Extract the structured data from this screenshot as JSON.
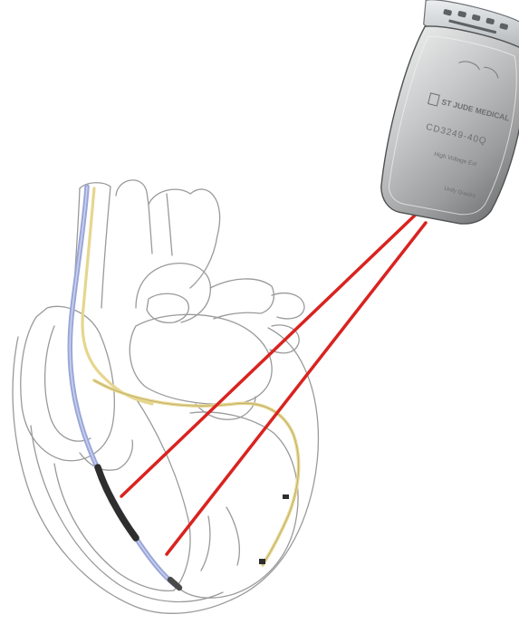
{
  "device": {
    "brand": "ST JUDE MEDICAL",
    "model_line": "Unify Quadra",
    "serial": "CD3249-40Q",
    "patient_label": "High Voltage Ext"
  },
  "colors": {
    "heart_outline": "#9a9a9a",
    "connector_lines": "#d9231f",
    "lead_blue": "#9aa6d8",
    "lead_yellow": "#e6d68e",
    "coil_dark": "#2e2e2e",
    "can_body": "#b9b9b9",
    "header_block": "#d4d8db"
  },
  "icons": [
    "implanted-device-icon",
    "heart-illustration",
    "lead-wire-icon"
  ]
}
